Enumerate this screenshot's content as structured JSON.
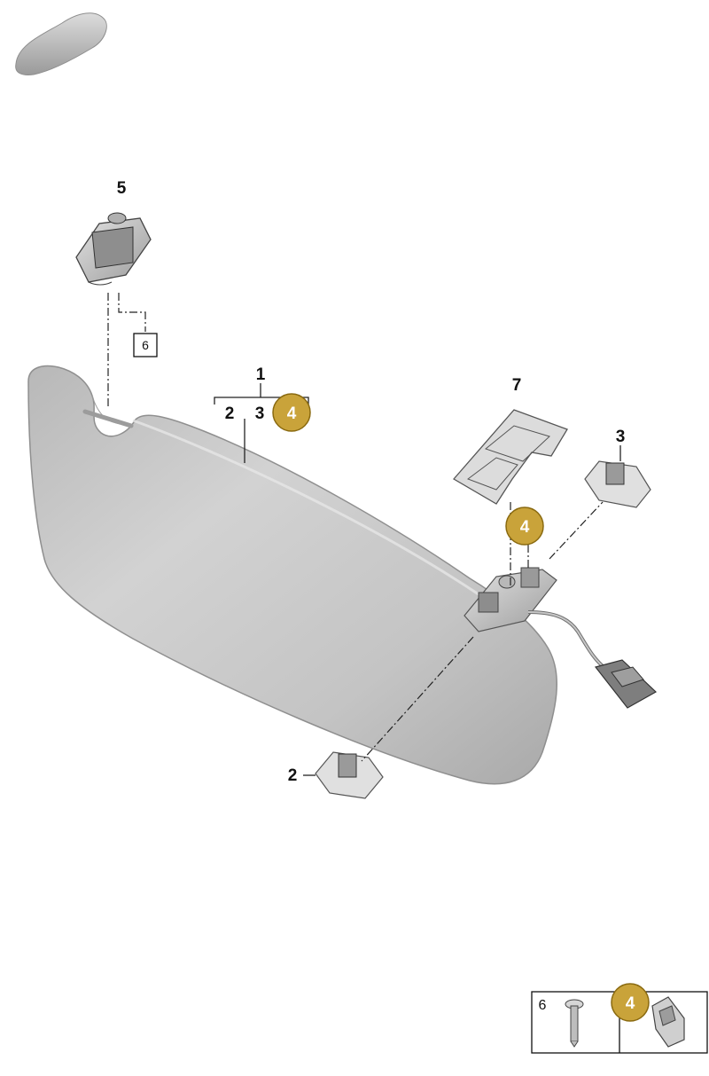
{
  "callouts": {
    "visor": "1",
    "visor_sub_a": "2",
    "visor_sub_b": "3",
    "visor_badge": "4",
    "clip_bottom": "2",
    "clip_right": "3",
    "mount_badge": "4",
    "hook": "5",
    "hook_ref_box": "6",
    "bracket": "7"
  },
  "inset": {
    "left_label": "6",
    "right_badge": "4"
  },
  "colors": {
    "badge_fill": "#c9a33a",
    "badge_stroke": "#8a6a10",
    "part_gray": "#c8c8c8"
  }
}
